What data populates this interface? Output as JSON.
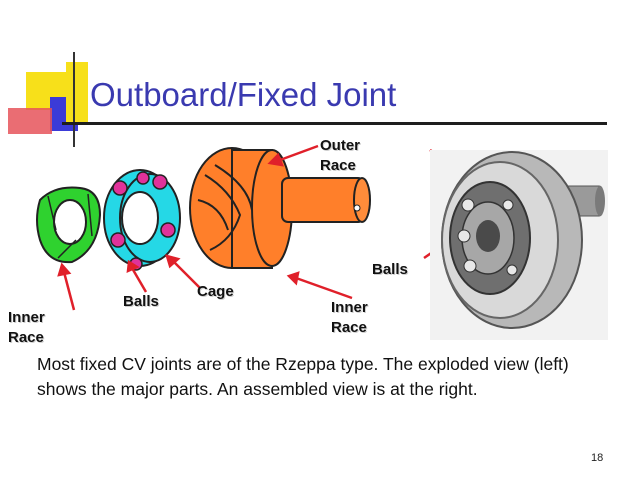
{
  "slide": {
    "title": "Outboard/Fixed Joint",
    "labels": {
      "outer_race_line1": "Outer",
      "outer_race_line2": "Race",
      "balls_right": "Balls",
      "cage": "Cage",
      "balls_left": "Balls",
      "inner_race_left_line1": "Inner",
      "inner_race_left_line2": "Race",
      "inner_race_mid_line1": "Inner",
      "inner_race_mid_line2": "Race"
    },
    "body_text": "Most fixed CV joints are of the Rzeppa type. The exploded view (left) shows the major parts. An assembled view is at the right.",
    "page_number": "18"
  },
  "colors": {
    "title": "#3a3ab0",
    "inner_race": "#2fd22f",
    "cage": "#25d8e6",
    "balls": "#e0329a",
    "outer_race": "#ff7f2a",
    "arrows": "#e0202a"
  }
}
